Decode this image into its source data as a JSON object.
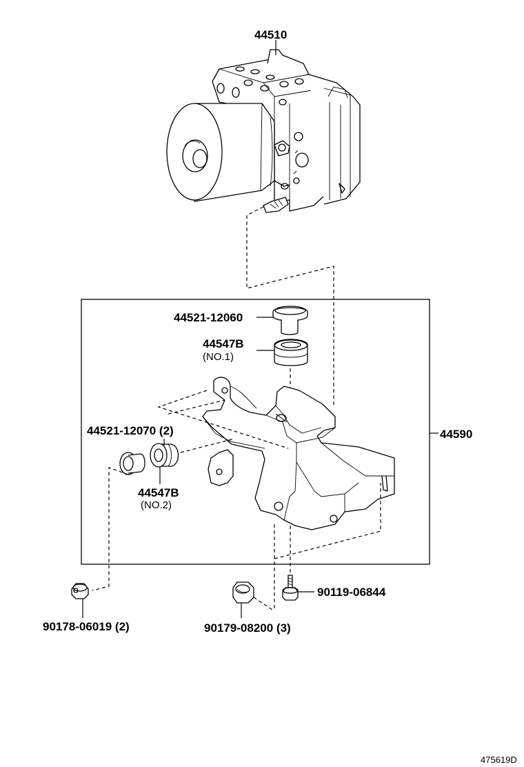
{
  "parts": {
    "abs_actuator": "44510",
    "bracket_assy": "44590",
    "upper_collar": "44521-12060",
    "upper_cushion": "44547B",
    "upper_cushion_note": "(NO.1)",
    "side_collar": "44521-12070 (2)",
    "side_cushion": "44547B",
    "side_cushion_note": "(NO.2)",
    "bolt_left": "90178-06019 (2)",
    "nut_center": "90179-08200 (3)",
    "bolt_right": "90119-06844"
  },
  "figure_id": "475619D"
}
